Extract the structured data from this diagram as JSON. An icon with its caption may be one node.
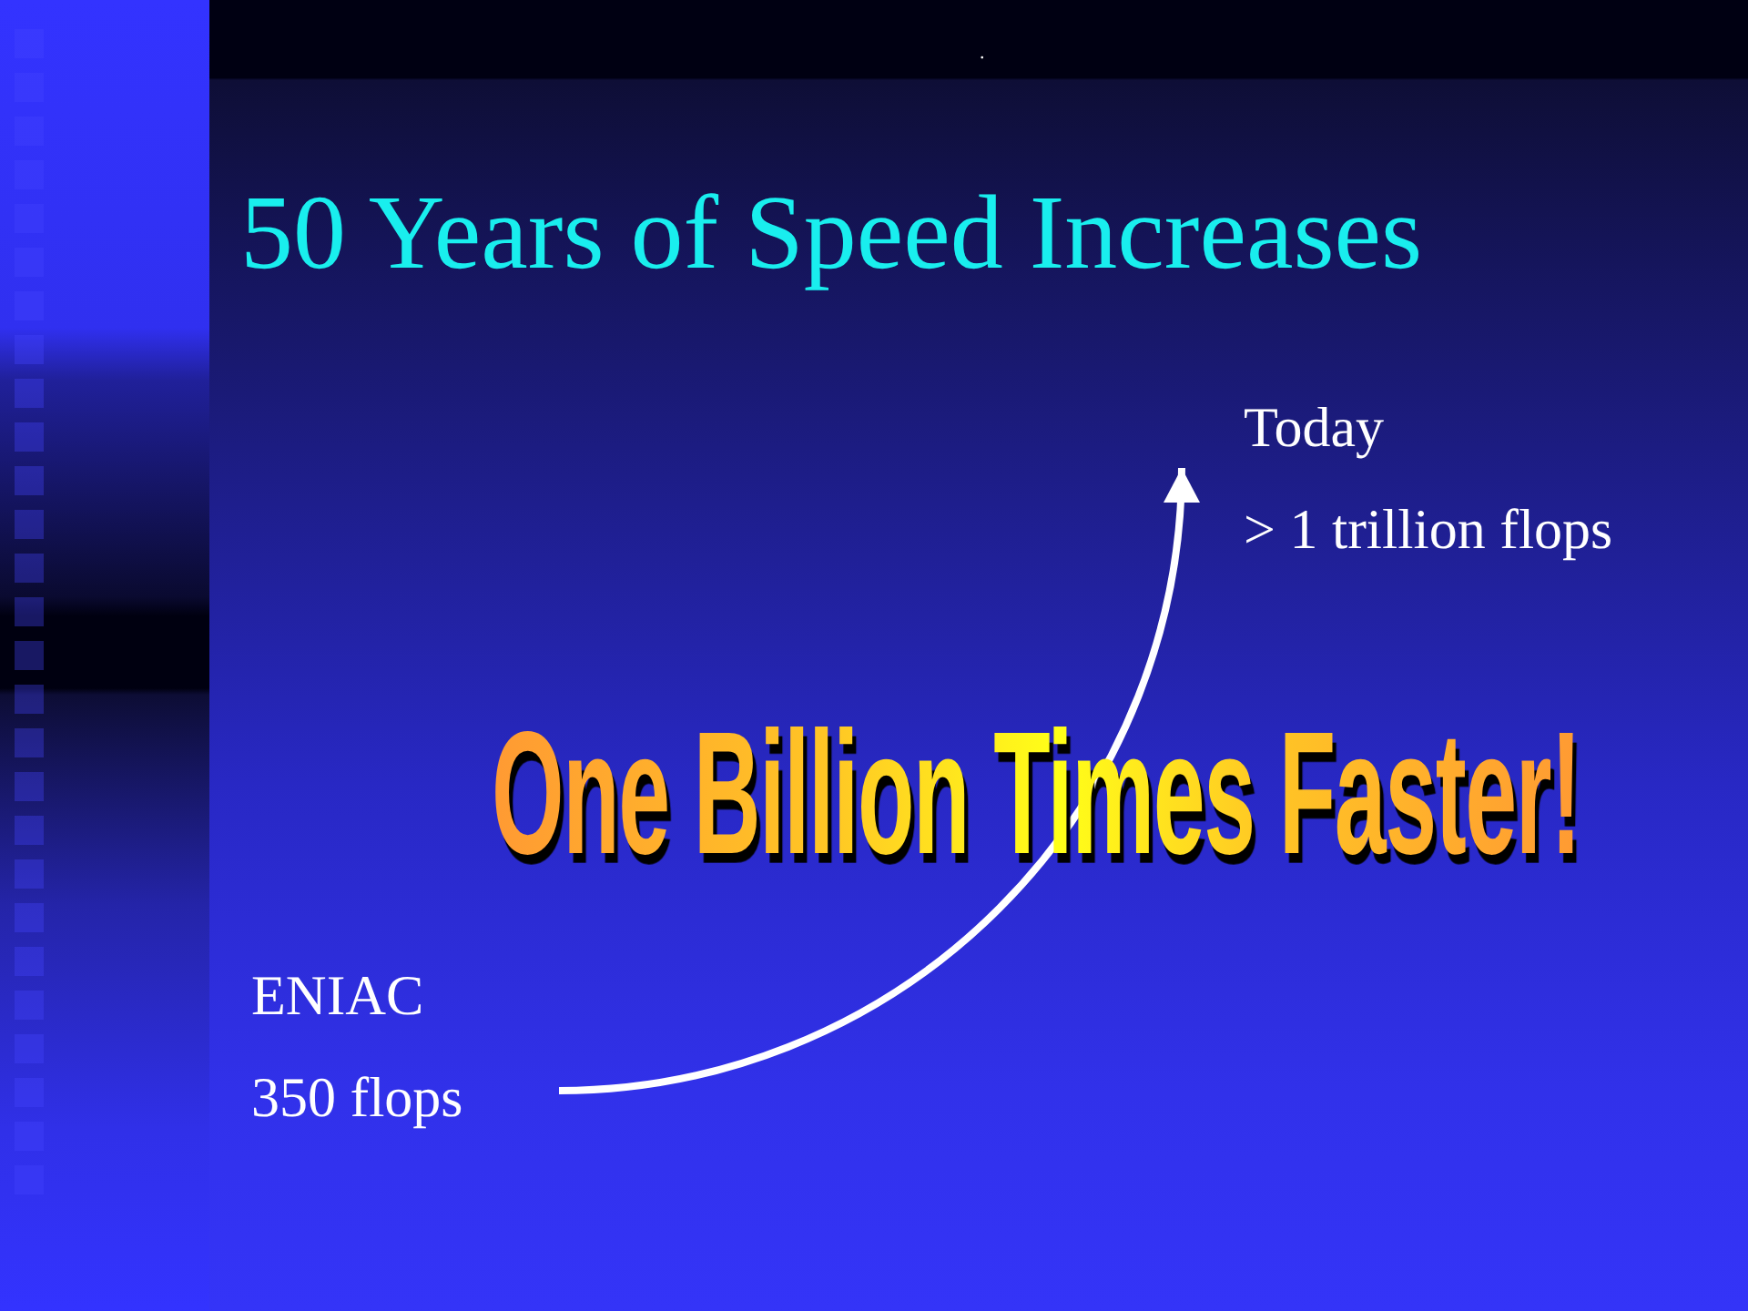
{
  "diagram": {
    "title": "50 Years of Speed Increases",
    "nodes": [
      {
        "text": [
          "Today",
          "> 1 trillion flops"
        ]
      },
      {
        "text": [
          "ENIAC",
          "350 flops"
        ]
      }
    ],
    "edges": [
      {
        "from": 1,
        "to": 0,
        "arrow": "to"
      }
    ],
    "labels": [
      ".",
      "One Billion Times Faster!"
    ]
  }
}
